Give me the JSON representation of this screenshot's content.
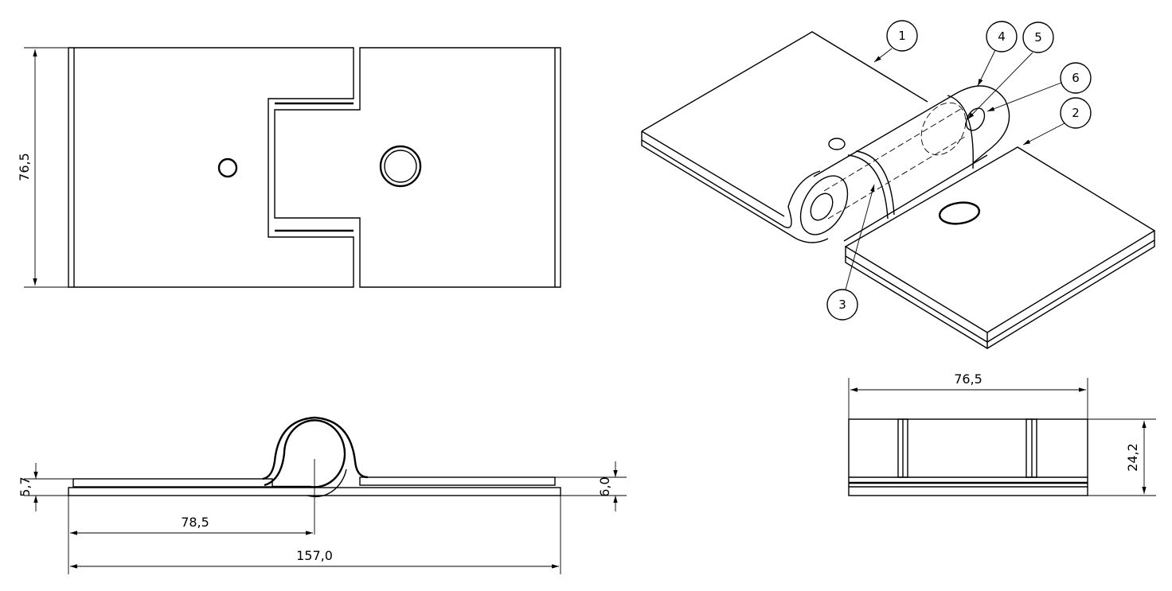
{
  "dimensions": {
    "top_view_height": "76,5",
    "side_view_plate_left": "5,7",
    "side_view_plate_right": "6,0",
    "side_view_half_length": "78,5",
    "side_view_total_length": "157,0",
    "end_view_width": "76,5",
    "end_view_height": "24,2"
  },
  "balloons": [
    "1",
    "2",
    "3",
    "4",
    "5",
    "6"
  ]
}
